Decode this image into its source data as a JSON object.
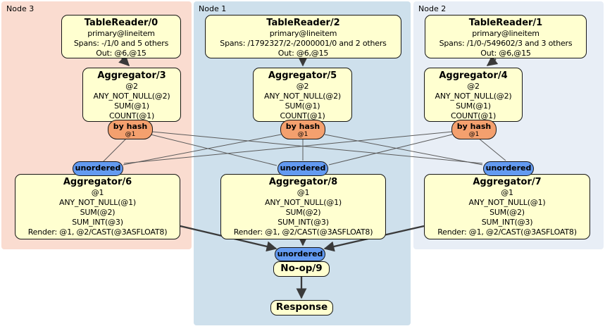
{
  "colors": {
    "canvas_bg": "#ffffff",
    "node3_bg": "#fadcd0",
    "node1_bg": "#cee0ec",
    "node2_bg": "#e8eef6",
    "box_bg": "#ffffd0",
    "box_border": "#161616",
    "byhash_bg": "#f4a06e",
    "unordered_bg": "#639af1",
    "edge_thin": "#5a5a5a",
    "edge_thick": "#3a3a3a"
  },
  "groups": {
    "node3": {
      "label": "Node 3"
    },
    "node1": {
      "label": "Node 1"
    },
    "node2": {
      "label": "Node 2"
    }
  },
  "processors": {
    "tablereader0": {
      "title": "TableReader/0",
      "lines": [
        "primary@lineitem",
        "Spans: -/1/0 and 5 others",
        "Out: @6,@15"
      ]
    },
    "tablereader2": {
      "title": "TableReader/2",
      "lines": [
        "primary@lineitem",
        "Spans: /1792327/2-/2000001/0 and 2 others",
        "Out: @6,@15"
      ]
    },
    "tablereader1": {
      "title": "TableReader/1",
      "lines": [
        "primary@lineitem",
        "Spans: /1/0-/549602/3 and 3 others",
        "Out: @6,@15"
      ]
    },
    "aggregator3": {
      "title": "Aggregator/3",
      "lines": [
        "@2",
        "ANY_NOT_NULL(@2)",
        "SUM(@1)",
        "COUNT(@1)"
      ]
    },
    "aggregator5": {
      "title": "Aggregator/5",
      "lines": [
        "@2",
        "ANY_NOT_NULL(@2)",
        "SUM(@1)",
        "COUNT(@1)"
      ]
    },
    "aggregator4": {
      "title": "Aggregator/4",
      "lines": [
        "@2",
        "ANY_NOT_NULL(@2)",
        "SUM(@1)",
        "COUNT(@1)"
      ]
    },
    "aggregator6": {
      "title": "Aggregator/6",
      "lines": [
        "@1",
        "ANY_NOT_NULL(@1)",
        "SUM(@2)",
        "SUM_INT(@3)",
        "Render: @1, @2/CAST(@3ASFLOAT8)"
      ]
    },
    "aggregator8": {
      "title": "Aggregator/8",
      "lines": [
        "@1",
        "ANY_NOT_NULL(@1)",
        "SUM(@2)",
        "SUM_INT(@3)",
        "Render: @1, @2/CAST(@3ASFLOAT8)"
      ]
    },
    "aggregator7": {
      "title": "Aggregator/7",
      "lines": [
        "@1",
        "ANY_NOT_NULL(@1)",
        "SUM(@2)",
        "SUM_INT(@3)",
        "Render: @1, @2/CAST(@3ASFLOAT8)"
      ]
    },
    "noop9": {
      "title": "No-op/9"
    },
    "response": {
      "title": "Response"
    }
  },
  "routers": {
    "by_hash": {
      "label": "by hash",
      "detail": "@1"
    },
    "unordered": {
      "label": "unordered"
    }
  }
}
